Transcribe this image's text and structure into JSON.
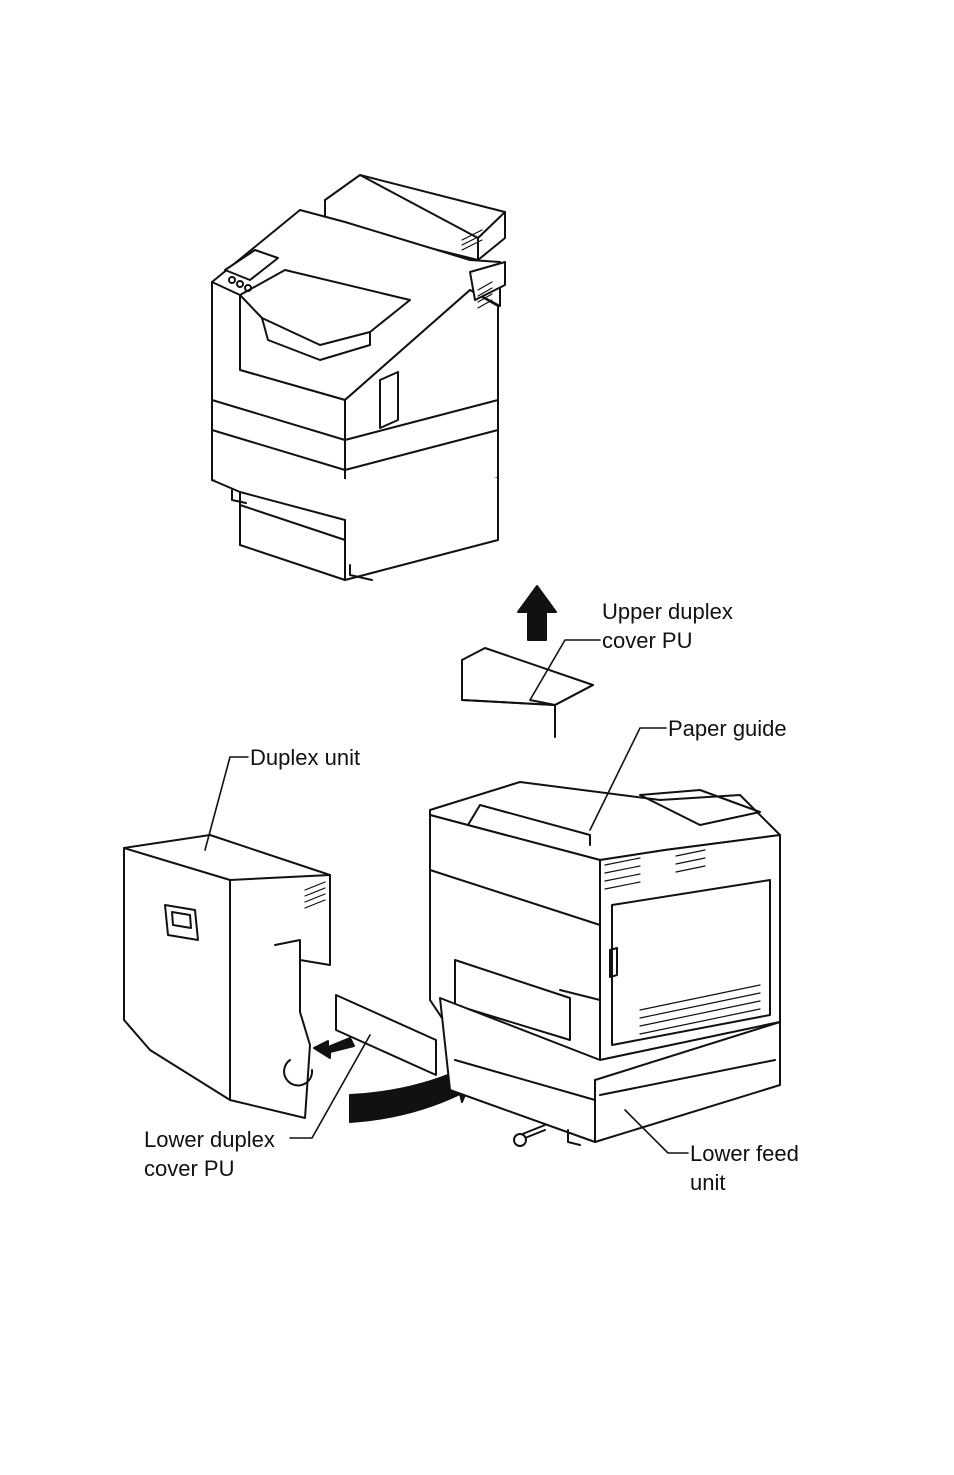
{
  "colors": {
    "ink": "#111111",
    "paper": "#ffffff"
  },
  "callouts": {
    "upper_duplex_cover": {
      "line1": "Upper duplex",
      "line2": "cover PU"
    },
    "paper_guide": {
      "line1": "Paper guide"
    },
    "duplex_unit": {
      "line1": "Duplex unit"
    },
    "lower_duplex_cover": {
      "line1": "Lower duplex",
      "line2": "cover PU"
    },
    "lower_feed_unit": {
      "line1": "Lower feed",
      "line2": "unit"
    }
  }
}
